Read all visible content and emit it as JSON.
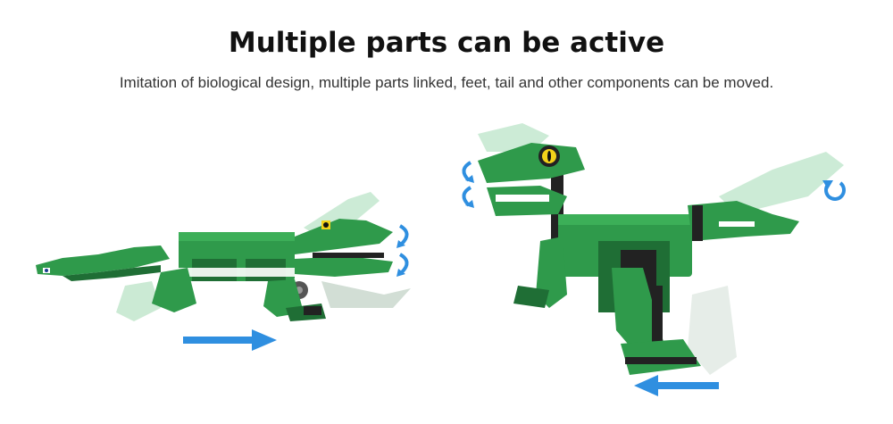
{
  "header": {
    "title": "Multiple parts can be active",
    "subtitle": "Imitation of biological design, multiple parts linked, feet, tail and other components can be moved."
  },
  "images": {
    "left": {
      "subject": "crocodile-brick-model"
    },
    "right": {
      "subject": "raptor-brick-model"
    }
  },
  "colors": {
    "brick_green": "#2f9a4b",
    "brick_dark_green": "#1f6e35",
    "ghost_green": "#8fd3a4",
    "technic_black": "#222222",
    "arrow_blue": "#2f8fe0",
    "eye_yellow": "#f3d21a"
  }
}
